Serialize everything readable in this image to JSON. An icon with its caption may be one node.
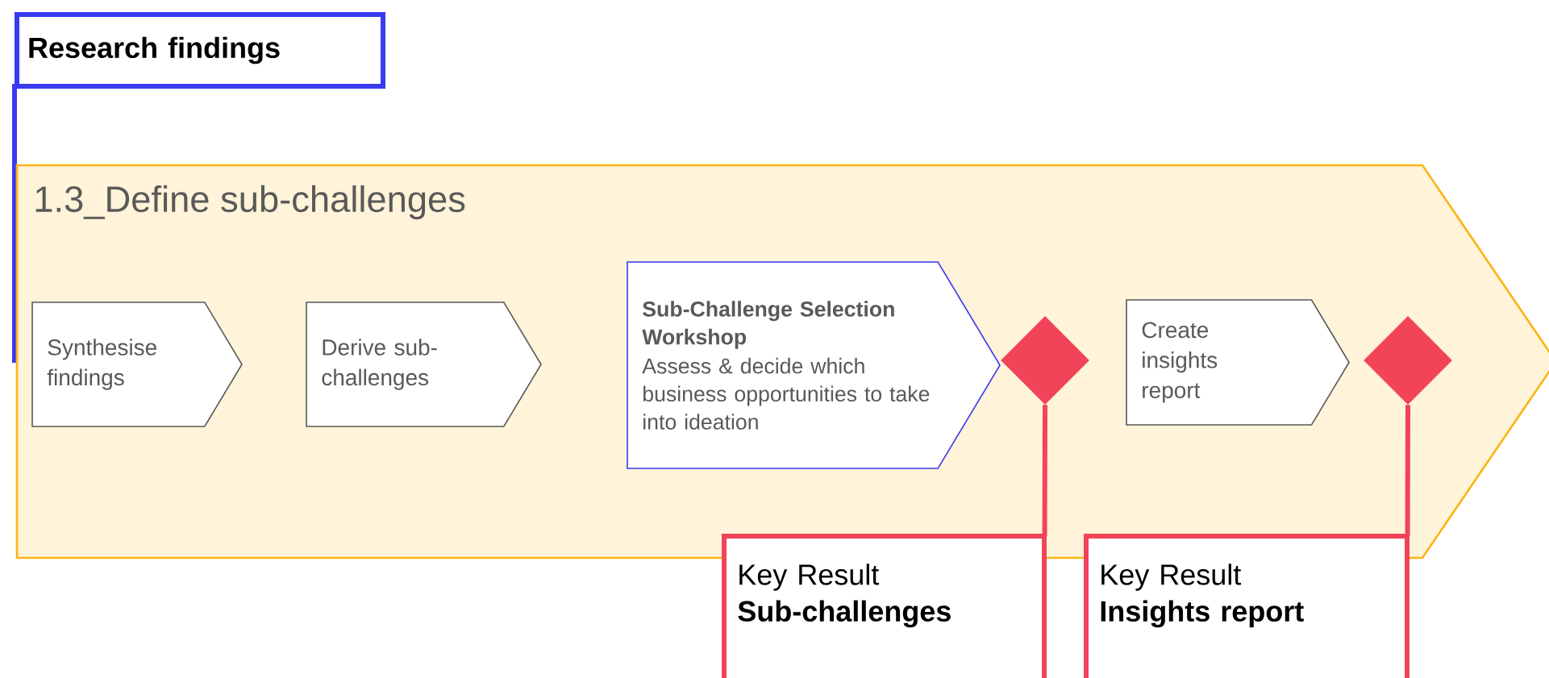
{
  "diagram": {
    "nodes": [
      {
        "text": [
          "Research findings"
        ]
      },
      {
        "text": [
          "1.3_Define sub-challenges"
        ]
      },
      {
        "text": [
          "Synthesise findings"
        ],
        "in": 1
      },
      {
        "text": [
          "Derive sub-challenges"
        ],
        "in": 1
      },
      {
        "text": [
          "Sub-Challenge Selection Workshop",
          "Assess & decide which business opportunities to take into ideation"
        ],
        "in": 1
      },
      {
        "text": [],
        "shape": "diamond",
        "in": 1
      },
      {
        "text": [
          "Create insights report"
        ],
        "in": 1
      },
      {
        "text": [],
        "shape": "diamond",
        "in": 1
      },
      {
        "text": [
          "Key Result",
          "Sub-challenges"
        ]
      },
      {
        "text": [
          "Key Result",
          "Insights report"
        ]
      }
    ],
    "edges": [
      {
        "from": 5,
        "to": 8,
        "arrow": "none"
      },
      {
        "from": 7,
        "to": 9,
        "arrow": "none"
      }
    ]
  }
}
